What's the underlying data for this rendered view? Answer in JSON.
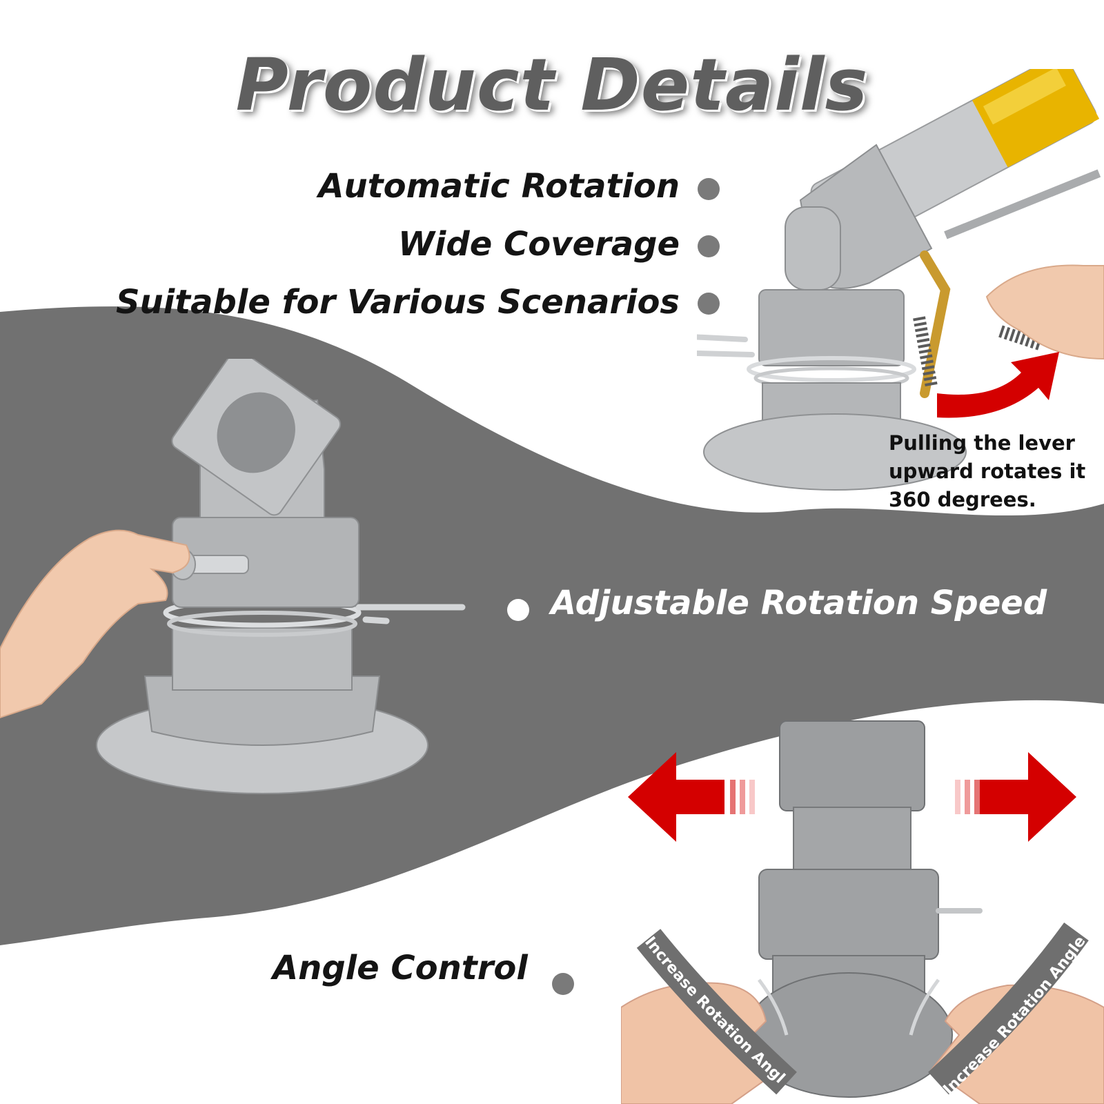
{
  "title": "Product Details",
  "features_top": [
    "Automatic Rotation",
    "Wide Coverage",
    "Suitable for Various Scenarios"
  ],
  "feature_middle": "Adjustable Rotation Speed",
  "feature_bottom": "Angle Control",
  "callout_lines": [
    "Pulling the lever",
    "upward rotates it",
    "360 degrees."
  ],
  "arc_label": "Increase Rotation Angle",
  "colors": {
    "band_gray": "#717171",
    "title_gray": "#5f5f5f",
    "arrow_red": "#d40000",
    "dot_gray": "#7a7a7a"
  },
  "icons": [
    "dot-bullet",
    "red-curved-arrow",
    "red-left-arrow",
    "red-right-arrow"
  ]
}
